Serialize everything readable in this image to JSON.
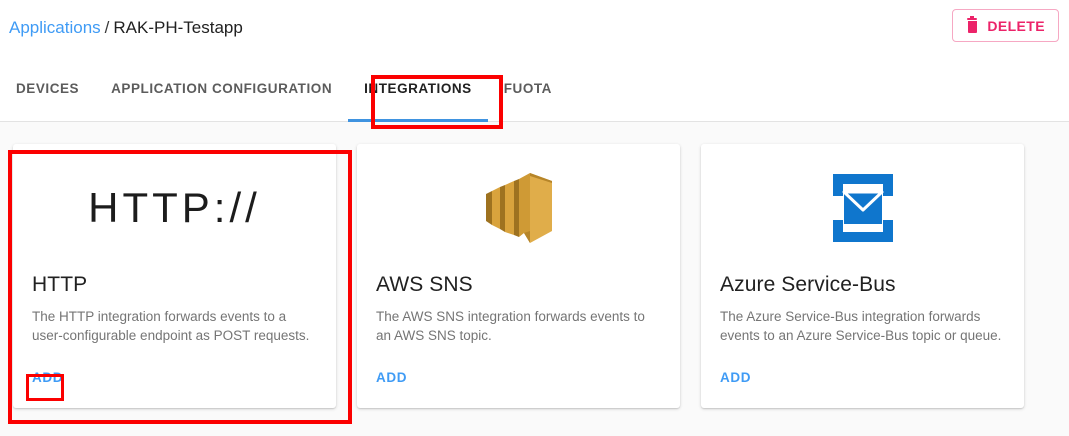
{
  "header": {
    "breadcrumb": {
      "root_label": "Applications",
      "separator": "/",
      "current_label": "RAK-PH-Testapp"
    },
    "delete_button": {
      "label": "DELETE",
      "icon": "trash-icon",
      "color": "#ec2369",
      "border_color": "#f6a8c3"
    }
  },
  "tabs": [
    {
      "label": "DEVICES",
      "active": false
    },
    {
      "label": "APPLICATION CONFIGURATION",
      "active": false
    },
    {
      "label": "INTEGRATIONS",
      "active": true
    },
    {
      "label": "FUOTA",
      "active": false
    }
  ],
  "active_tab_indicator_color": "#3f93e0",
  "integrations": [
    {
      "id": "http",
      "logo_text": "HTTP://",
      "logo_icon": "http-protocol-logo",
      "title": "HTTP",
      "description": "The HTTP integration forwards events to a user-configurable endpoint as POST requests.",
      "add_label": "ADD",
      "highlighted": true
    },
    {
      "id": "aws-sns",
      "logo_icon": "aws-sns-icon",
      "logo_color": "#d9a33d",
      "title": "AWS SNS",
      "description": "The AWS SNS integration forwards events to an AWS SNS topic.",
      "add_label": "ADD",
      "highlighted": false
    },
    {
      "id": "azure-service-bus",
      "logo_icon": "azure-service-bus-icon",
      "logo_color": "#0f76cd",
      "title": "Azure Service-Bus",
      "description": "The Azure Service-Bus integration forwards events to an Azure Service-Bus topic or queue.",
      "add_label": "ADD",
      "highlighted": false
    }
  ],
  "annotations": {
    "color": "#fb0000",
    "targets": [
      "integrations-tab",
      "http-integration-card",
      "http-add-link"
    ]
  }
}
